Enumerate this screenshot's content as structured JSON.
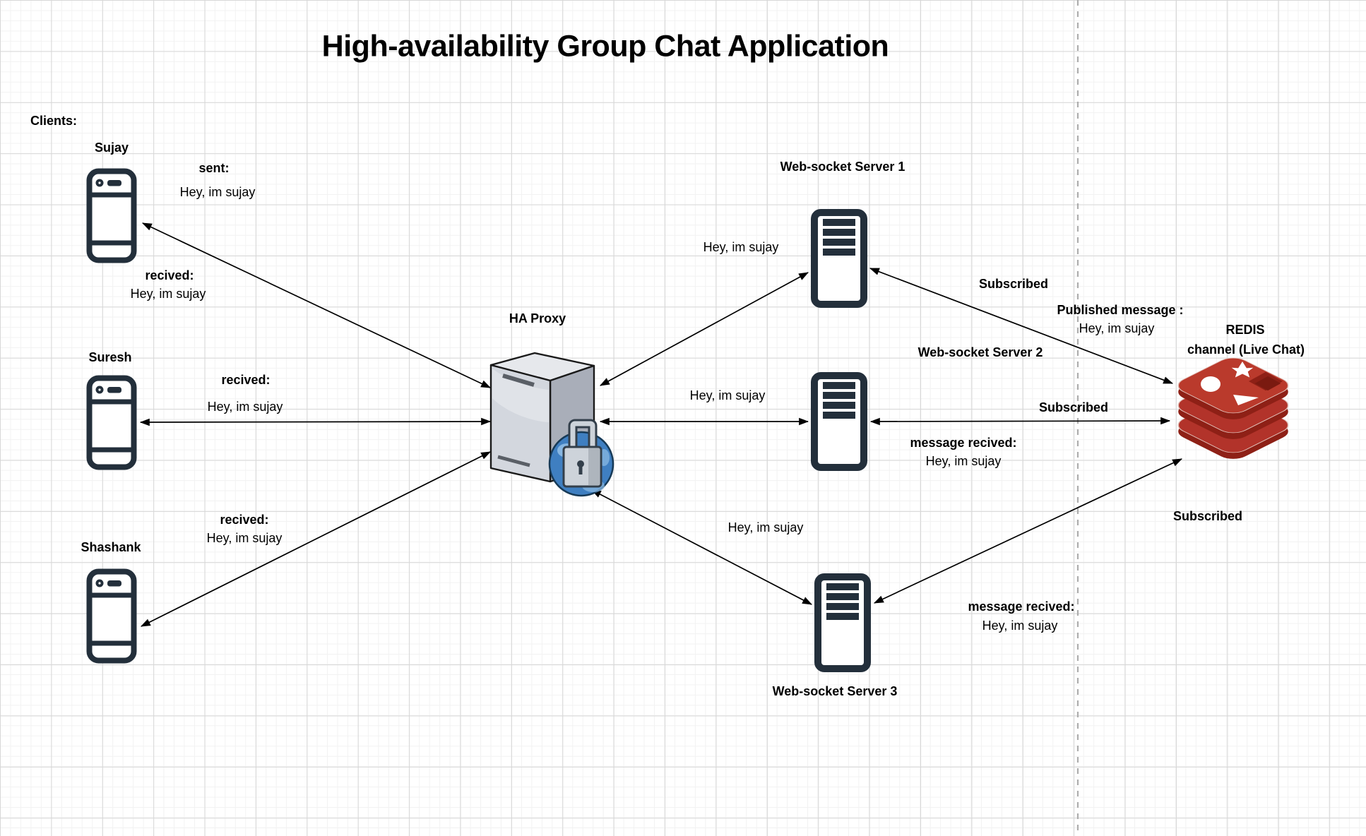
{
  "title": "High-availability Group Chat Application",
  "labels": {
    "clients_heading": "Clients:",
    "client1": "Sujay",
    "client2": "Suresh",
    "client3": "Shashank",
    "proxy": "HA Proxy",
    "ws1": "Web-socket Server 1",
    "ws2": "Web-socket Server 2",
    "ws3": "Web-socket Server 3",
    "redis1": "REDIS",
    "redis2": "channel (Live Chat)",
    "sent_title": "sent:",
    "sent_msg": "Hey, im sujay",
    "recv1_title": "recived:",
    "recv1_msg": "Hey, im sujay",
    "recv2_title": "recived:",
    "recv2_msg": "Hey, im sujay",
    "recv3_title": "recived:",
    "recv3_msg": "Hey, im sujay",
    "to_ws1_msg": "Hey, im sujay",
    "to_ws2_msg": "Hey, im sujay",
    "to_ws3_msg": "Hey, im sujay",
    "sub1": "Subscribed",
    "sub2": "Subscribed",
    "sub3": "Subscribed",
    "pub_title": "Published message :",
    "pub_msg": "Hey, im sujay",
    "msgrecv2_title": "message recived:",
    "msgrecv2_msg": "Hey, im sujay",
    "msgrecv3_title": "message recived:",
    "msgrecv3_msg": "Hey, im sujay"
  },
  "colors": {
    "icon_navy": "#232F3B",
    "grid_major": "#d7d7d7",
    "grid_minor": "#f2f2f2",
    "redis_top": "#B2332A",
    "redis_side": "#8E2016",
    "redis_top1": "#BA3A2C",
    "globe_blue": "#3F7FC1",
    "globe_light": "#8FBCE4",
    "lock_gray": "#CDD3DA",
    "lock_dark": "#333F4B",
    "proxy_top": "#E6E8EC",
    "proxy_front": "#D3D7DE",
    "proxy_side": "#A9AEB9",
    "line_black": "#000000",
    "boundary_gray": "#adadad"
  }
}
